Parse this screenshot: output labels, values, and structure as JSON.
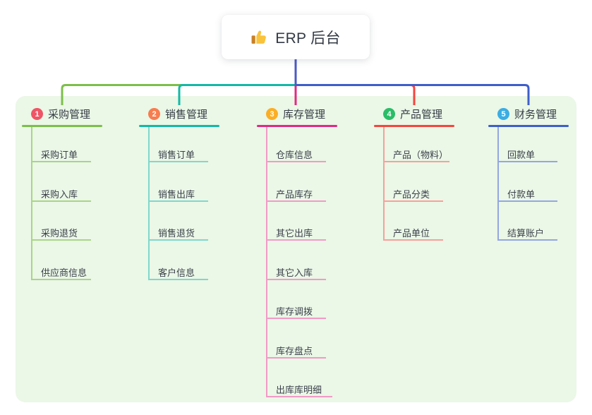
{
  "root": {
    "label": "ERP 后台",
    "icon": "thumbs-up"
  },
  "colors": {
    "page_bg": "#ffffff",
    "canvas_bg": "#ebf7e7",
    "card_bg": "#ffffff",
    "root_link": "#4a5ac6",
    "title_text": "#333a45",
    "node_text": "#363c46",
    "child_text": "#3c414b",
    "badge_text": "#ffffff",
    "thumb_hand": "#f9c33c",
    "thumb_cuff": "#c98127"
  },
  "branches": [
    {
      "number": "1",
      "label": "采购管理",
      "badge_color": "#ee5566",
      "line_color": "#7cbf4a",
      "light_line_color": "#a9d587",
      "children": [
        "采购订单",
        "采购入库",
        "采购退货",
        "供应商信息"
      ]
    },
    {
      "number": "2",
      "label": "销售管理",
      "badge_color": "#f87d4e",
      "line_color": "#13b9a7",
      "light_line_color": "#7fd8cb",
      "children": [
        "销售订单",
        "销售出库",
        "销售退货",
        "客户信息"
      ]
    },
    {
      "number": "3",
      "label": "库存管理",
      "badge_color": "#fbae24",
      "line_color": "#e02a83",
      "light_line_color": "#f29ac6",
      "children": [
        "仓库信息",
        "产品库存",
        "其它出库",
        "其它入库",
        "库存调拨",
        "库存盘点",
        "出库库明细"
      ]
    },
    {
      "number": "4",
      "label": "产品管理",
      "badge_color": "#2abd67",
      "line_color": "#f4453e",
      "light_line_color": "#f8a09b",
      "children": [
        "产品（物料）",
        "产品分类",
        "产品单位"
      ]
    },
    {
      "number": "5",
      "label": "财务管理",
      "badge_color": "#3aade4",
      "line_color": "#3e5fc9",
      "light_line_color": "#92a7e0",
      "children": [
        "回款单",
        "付款单",
        "结算账户"
      ]
    }
  ]
}
